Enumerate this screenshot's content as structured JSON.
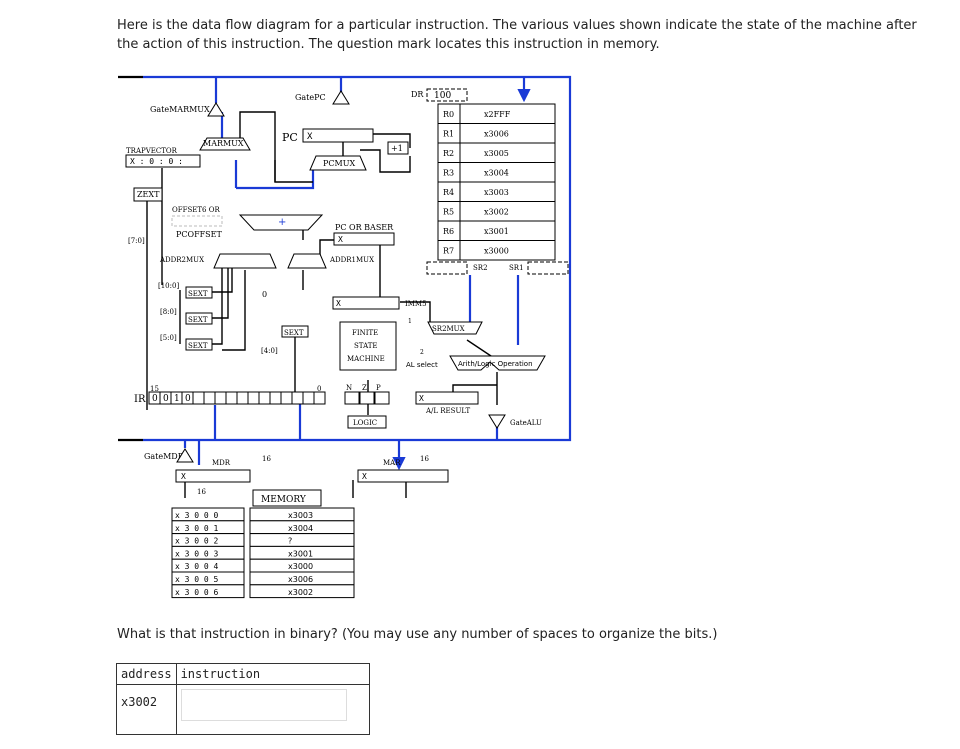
{
  "intro": "Here is the data flow diagram for a particular instruction. The various values shown indicate the state of the machine after the action of this instruction. The question mark locates this instruction in memory.",
  "question": "What is that instruction in binary? (You may use any number of spaces to organize the bits.)",
  "diagram": {
    "gate_marmux": "GateMARMUX",
    "marmux": "MARMUX",
    "gate_pc": "GatePC",
    "pc_label": "PC",
    "pc_value": "X",
    "plus_one": "+1",
    "pcmux": "PCMUX",
    "dr": "DR",
    "dr_value": "100",
    "registers": [
      {
        "name": "R0",
        "value": "x2FFF"
      },
      {
        "name": "R1",
        "value": "x3006"
      },
      {
        "name": "R2",
        "value": "x3005"
      },
      {
        "name": "R3",
        "value": "x3004"
      },
      {
        "name": "R4",
        "value": "x3003"
      },
      {
        "name": "R5",
        "value": "x3002"
      },
      {
        "name": "R6",
        "value": "x3001"
      },
      {
        "name": "R7",
        "value": "x3000"
      }
    ],
    "sr2": "SR2",
    "sr1": "SR1",
    "trapvector": "TRAPVECTOR",
    "trapvector_value": "X : 0 : 0 :",
    "zext": "ZEXT",
    "offset6_or": "OFFSET6 OR",
    "pcoffset": "PCOFFSET",
    "bits_7_0": "[7:0]",
    "plus": "+",
    "pc_or_baser": "PC OR BASER",
    "pc_or_baser_value": "X",
    "addr2mux": "ADDR2MUX",
    "addr1mux": "ADDR1MUX",
    "bits_10_0": "[10:0]",
    "bits_8_0": "[8:0]",
    "bits_5_0": "[5:0]",
    "bits_4_0": "[4:0]",
    "sext": "SEXT",
    "zero": "0",
    "imm5": "IMM5",
    "imm5_value": "X",
    "fsm": [
      "FINITE",
      "STATE",
      "MACHINE"
    ],
    "sr2mux": "SR2MUX",
    "one": "1",
    "two": "2",
    "al_select": "AL select",
    "alu_op": "Arith/Logic Operation",
    "nzp": [
      "N",
      "Z",
      "P"
    ],
    "ir": "IR",
    "ir_bit15": "15",
    "ir_bit0": "0",
    "ir_bits": [
      "0",
      "0",
      "1",
      "0"
    ],
    "logic": "LOGIC",
    "al_result": "A/L RESULT",
    "al_result_value": "X",
    "gate_alu": "GateALU",
    "gate_mdr": "GateMDR",
    "mdr": "MDR",
    "mdr_value": "X",
    "mar": "MAR",
    "mar_value": "X",
    "sixteen": "16",
    "memory": "MEMORY",
    "memory_rows": [
      {
        "address": "x 3 0 0 0",
        "value": "x3003"
      },
      {
        "address": "x 3 0 0 1",
        "value": "x3004"
      },
      {
        "address": "x 3 0 0 2",
        "value": "?"
      },
      {
        "address": "x 3 0 0 3",
        "value": "x3001"
      },
      {
        "address": "x 3 0 0 4",
        "value": "x3000"
      },
      {
        "address": "x 3 0 0 5",
        "value": "x3006"
      },
      {
        "address": "x 3 0 0 6",
        "value": "x3002"
      }
    ]
  },
  "answer_table": {
    "header_address": "address",
    "header_instruction": "instruction",
    "row_address": "x3002",
    "row_instruction": ""
  }
}
